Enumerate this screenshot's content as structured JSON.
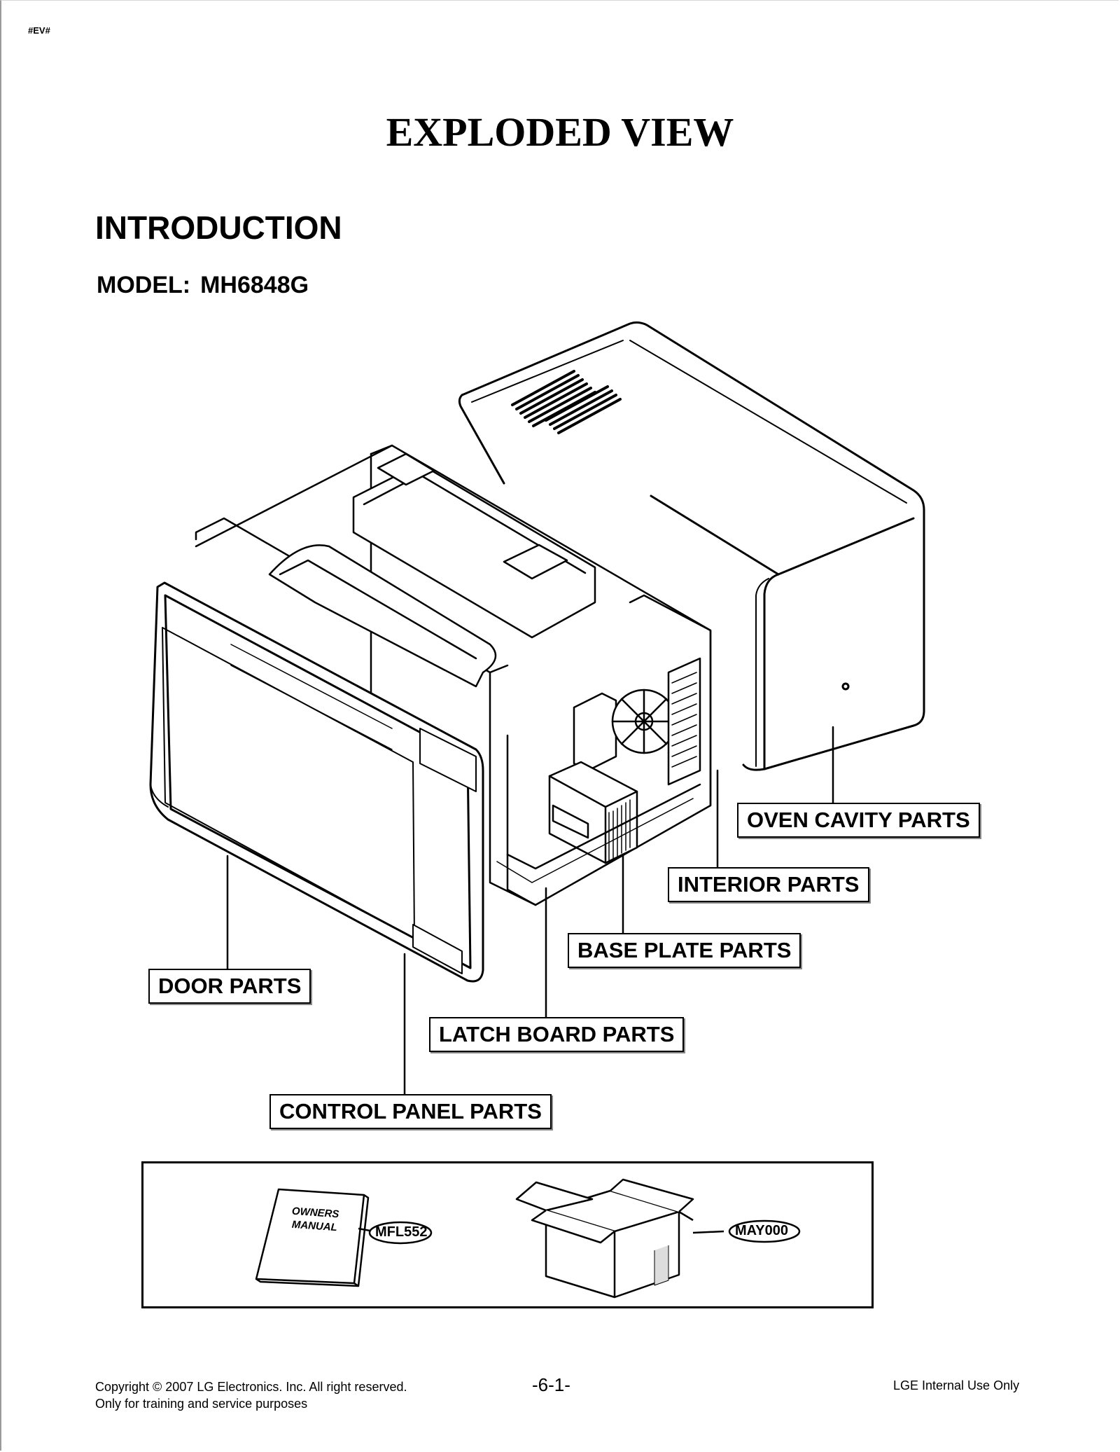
{
  "header": {
    "tag": "#EV#",
    "title": "EXPLODED VIEW",
    "section": "INTRODUCTION",
    "model_label": "MODEL:",
    "model_value": "MH6848G"
  },
  "callouts": {
    "oven_cavity": "OVEN CAVITY PARTS",
    "interior": "INTERIOR PARTS",
    "base_plate": "BASE PLATE PARTS",
    "door": "DOOR PARTS",
    "latch_board": "LATCH BOARD PARTS",
    "control_panel": "CONTROL PANEL PARTS"
  },
  "accessories": {
    "manual_line1": "OWNERS",
    "manual_line2": "MANUAL",
    "manual_code": "MFL552",
    "box_code": "MAY000"
  },
  "footer": {
    "copyright": "Copyright © 2007 LG Electronics. Inc. All right reserved.",
    "purpose": "Only for training and service purposes",
    "page": "-6-1-",
    "internal": "LGE Internal Use Only"
  }
}
